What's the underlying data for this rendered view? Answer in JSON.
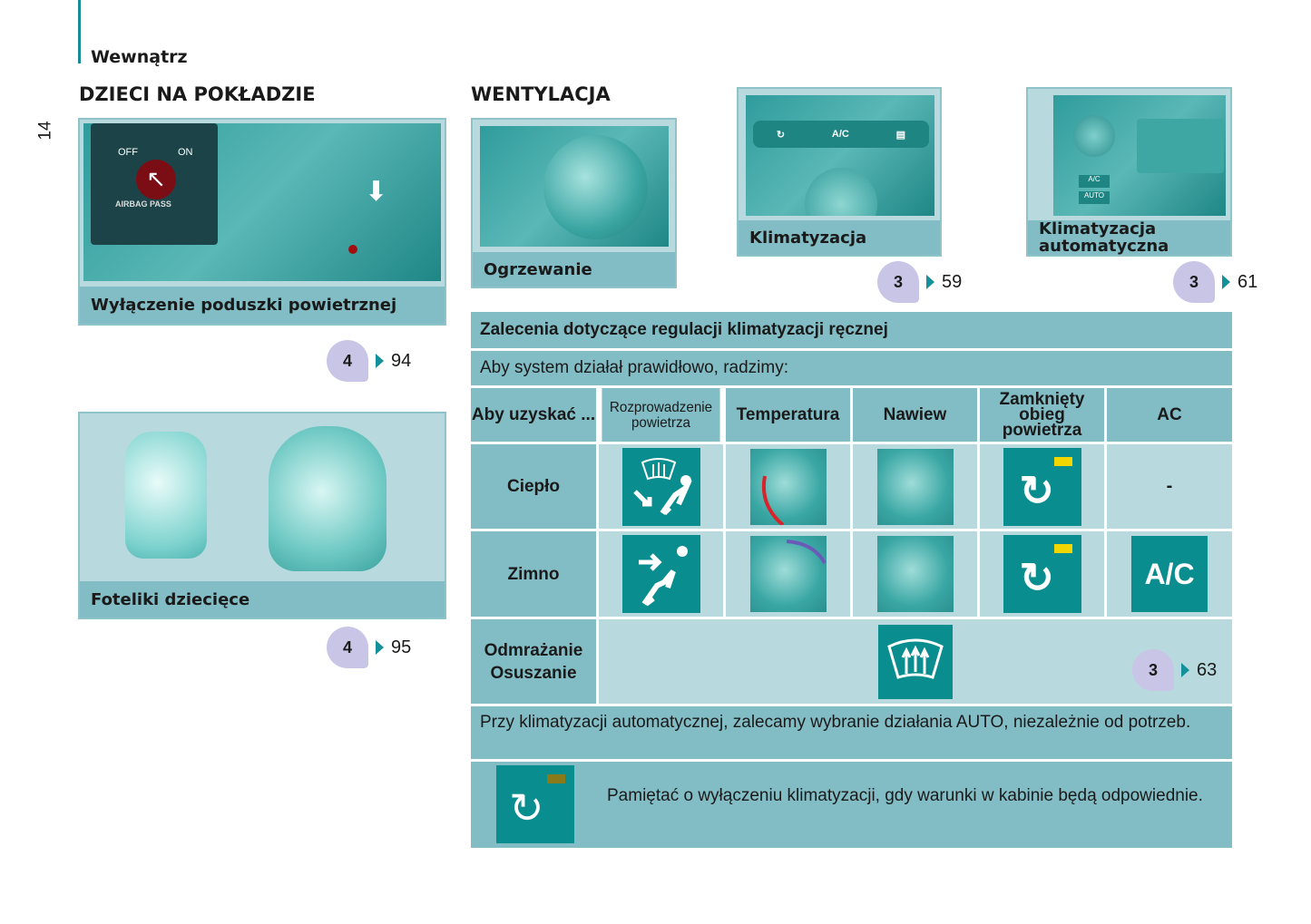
{
  "header": {
    "section": "Wewnątrz",
    "page_number": "14"
  },
  "left": {
    "title": "DZIECI NA POKŁADZIE",
    "airbag": {
      "caption": "Wyłączenie poduszki powietrznej",
      "img_off": "OFF",
      "img_on": "ON",
      "img_label": "AIRBAG PASS",
      "chapter": "4",
      "page": "94"
    },
    "seats": {
      "caption": "Foteliki dziecięce",
      "chapter": "4",
      "page": "95"
    }
  },
  "right": {
    "title": "WENTYLACJA",
    "heating": {
      "caption": "Ogrzewanie"
    },
    "manual_ac": {
      "caption": "Klimatyzacja",
      "btn_ac": "A/C",
      "chapter": "3",
      "page": "59"
    },
    "auto_ac": {
      "caption_line1": "Klimatyzacja",
      "caption_line2": "automatyczna",
      "btn_ac": "A/C",
      "btn_auto": "AUTO",
      "chapter": "3",
      "page": "61"
    }
  },
  "table": {
    "title": "Zalecenia dotyczące regulacji klimatyzacji ręcznej",
    "subtitle": "Aby system działał prawidłowo, radzimy:",
    "headers": [
      "Aby uzyskać ...",
      "Rozprowadzenie powietrza",
      "Temperatura",
      "Nawiew",
      "Zamknięty obieg powietrza",
      "AC"
    ],
    "rows": [
      {
        "label": "Ciepło",
        "ac": "-"
      },
      {
        "label": "Zimno",
        "ac": "A/C"
      }
    ],
    "defrost": {
      "label_line1": "Odmrażanie",
      "label_line2": "Osuszanie",
      "chapter": "3",
      "page": "63"
    },
    "note": "Przy klimatyzacji automatycznej, zalecamy wybranie działania AUTO, niezależnie od potrzeb.",
    "reminder": "Pamiętać o wyłączeniu klimatyzacji, gdy warunki w kabinie będą odpowiednie."
  },
  "colors": {
    "teal": "#0a8d8f",
    "band": "#82bcc4",
    "light": "#b8dade",
    "badge": "#c9c5e6",
    "indicator": "#f2d600"
  }
}
